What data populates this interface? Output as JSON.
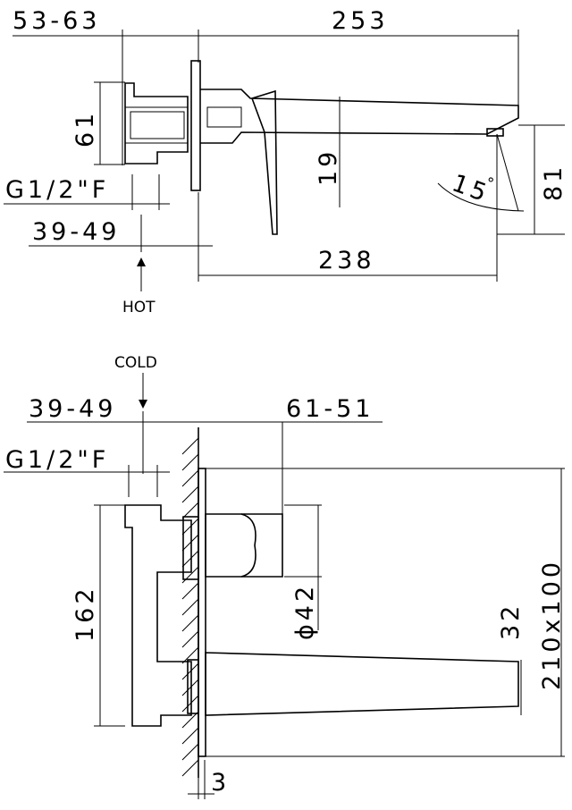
{
  "diagram": {
    "top_view": {
      "dim_wall_depth": "53-63",
      "dim_spout_reach": "253",
      "dim_body_height": "61",
      "dim_spout_height": "19",
      "dim_thread": "G1/2\"F",
      "dim_offset": "39-49",
      "dim_angle": "15",
      "angle_unit": "°",
      "dim_total_height": "81",
      "dim_lever_reach": "238",
      "inlet_label": "HOT"
    },
    "side_view": {
      "inlet_label": "COLD",
      "dim_offset": "39-49",
      "dim_projection": "61-51",
      "dim_thread": "G1/2\"F",
      "dim_body_height": "162",
      "dim_handle_diameter": "ϕ42",
      "dim_spout_thickness": "32",
      "dim_plate_size": "210x100",
      "dim_plate_thickness": "3"
    }
  }
}
